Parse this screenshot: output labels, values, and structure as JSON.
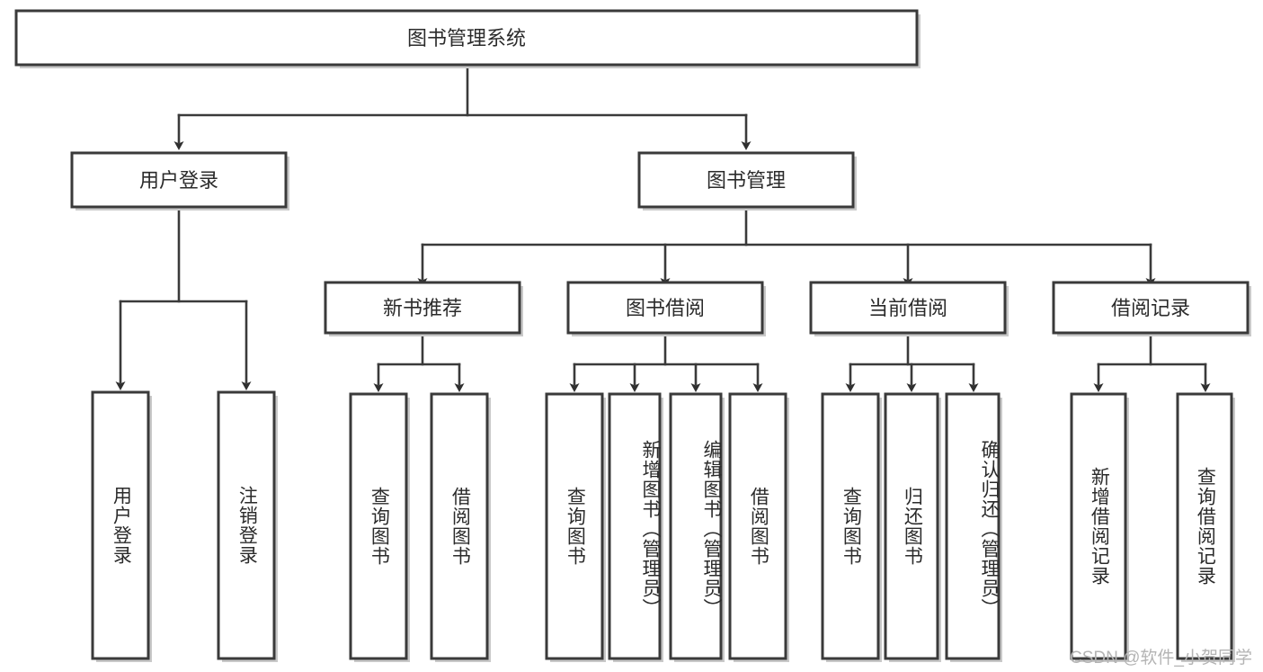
{
  "diagram": {
    "title": "图书管理系统",
    "type": "tree",
    "watermark": "CSDN @软件_小贺同学",
    "colors": {
      "box_stroke": "#3a3a3a",
      "box_fill": "#ffffff",
      "edge": "#3a3a3a",
      "text": "#2b2b2b",
      "shadow": "#c9c9c9",
      "watermark": "#b4b4b4",
      "background": "#ffffff"
    },
    "root": {
      "label": "图书管理系统"
    },
    "level1": [
      {
        "label": "用户登录"
      },
      {
        "label": "图书管理"
      }
    ],
    "level2": [
      {
        "label": "新书推荐"
      },
      {
        "label": "图书借阅"
      },
      {
        "label": "当前借阅"
      },
      {
        "label": "借阅记录"
      }
    ],
    "leaves": {
      "user_login": [
        {
          "label": "用户登录"
        },
        {
          "label": "注销登录"
        }
      ],
      "new_book_recommend": [
        {
          "label": "查询图书"
        },
        {
          "label": "借阅图书"
        }
      ],
      "book_borrow": [
        {
          "label": "查询图书"
        },
        {
          "label": "新增图书（管理员）"
        },
        {
          "label": "编辑图书（管理员）"
        },
        {
          "label": "借阅图书"
        }
      ],
      "current_borrow": [
        {
          "label": "查询图书"
        },
        {
          "label": "归还图书"
        },
        {
          "label": "确认归还（管理员）"
        }
      ],
      "borrow_record": [
        {
          "label": "新增借阅记录"
        },
        {
          "label": "查询借阅记录"
        }
      ]
    }
  }
}
